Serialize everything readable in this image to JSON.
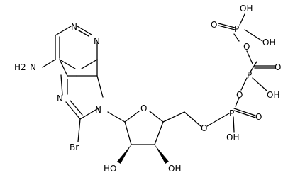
{
  "labels": {
    "amine_n": "N",
    "amine_h2": "H2",
    "n1": "N",
    "n3": "N",
    "n7": "N",
    "n9": "N",
    "br": "Br",
    "ring_o": "O",
    "ho2": "HO",
    "oh3": "OH",
    "o5": "O",
    "pa": "P",
    "pa_o_double": "O",
    "pa_oh": "OH",
    "pab_o": "O",
    "pb": "P",
    "pb_o_double": "O",
    "pb_oh": "OH",
    "pbg_o": "O",
    "pg": "P",
    "pg_oh_top": "OH",
    "pg_o_double": "O",
    "pg_oh_right": "OH"
  }
}
